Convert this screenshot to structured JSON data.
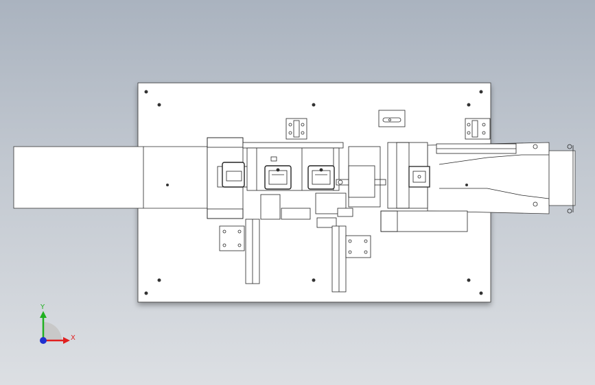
{
  "viewport": {
    "background_top": "#aab3bf",
    "background_bottom": "#dcdfe3",
    "model_description_icon": "cad-assembly-drawing"
  },
  "triad": {
    "x_label": "X",
    "y_label": "Y",
    "x_color": "#e02020",
    "y_color": "#20b020",
    "z_color": "#2030d0"
  }
}
